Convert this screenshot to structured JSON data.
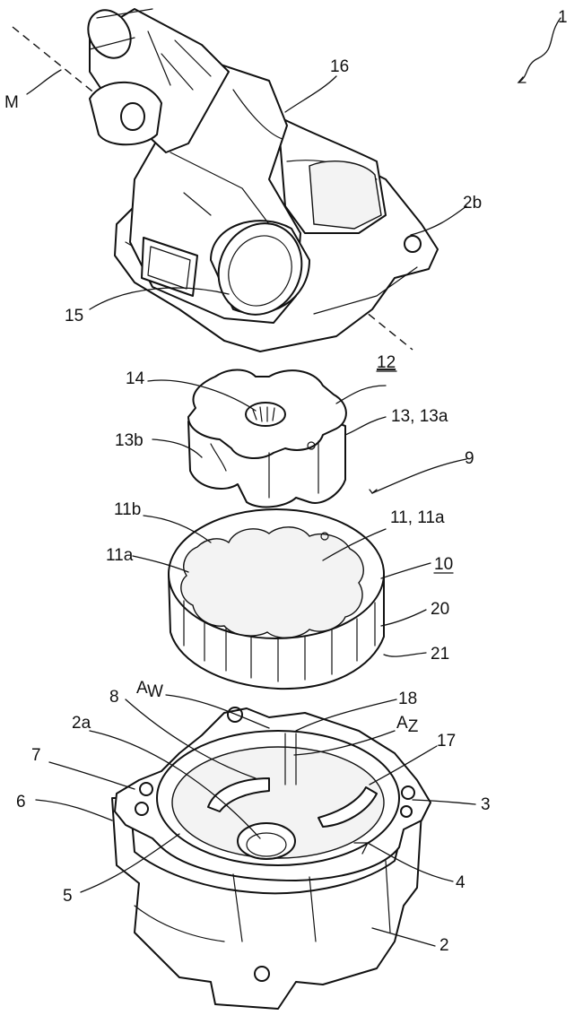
{
  "labels": {
    "l1": "1",
    "lM": "M",
    "l16": "16",
    "l2b": "2b",
    "l15": "15",
    "l14": "14",
    "l12": "12",
    "l13_13a": "13, 13a",
    "l13b": "13b",
    "l9": "9",
    "l11b": "11b",
    "l11_11a": "11, 11a",
    "l11a": "11a",
    "l10": "10",
    "l20": "20",
    "l21": "21",
    "lAw_main": "A",
    "lAw_sub": "W",
    "l18": "18",
    "l8": "8",
    "l2a": "2a",
    "lAz_main": "A",
    "lAz_sub": "Z",
    "l17": "17",
    "l7": "7",
    "l6": "6",
    "l3": "3",
    "l5": "5",
    "l4": "4",
    "l2": "2"
  }
}
